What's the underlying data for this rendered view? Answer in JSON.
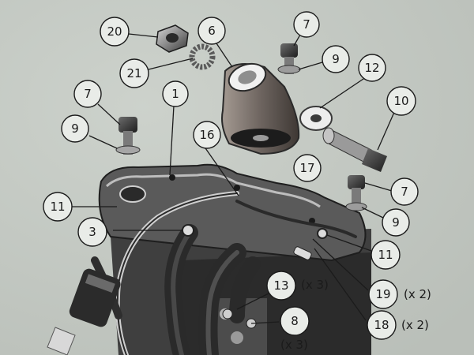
{
  "callouts": {
    "c20": "20",
    "c6": "6",
    "c7a": "7",
    "c9a": "9",
    "c21": "21",
    "c12": "12",
    "c10": "10",
    "c1": "1",
    "c7b": "7",
    "c9b": "9",
    "c16": "16",
    "c17": "17",
    "c7c": "7",
    "c9c": "9",
    "c11a": "11",
    "c3": "3",
    "c11b": "11",
    "c13": "13",
    "c19": "19",
    "c8": "8",
    "c18": "18"
  },
  "multipliers": {
    "m13": "(x 3)",
    "m19": "(x 2)",
    "m8": "(x 3)",
    "m18": "(x 2)"
  },
  "colors": {
    "paper": "#c9cfc8",
    "ink": "#1b1b1b",
    "part_dark": "#2e2e2e",
    "part_mid": "#6b6b6b",
    "part_light": "#a9a9a9",
    "cable": "#3a3a3a"
  }
}
